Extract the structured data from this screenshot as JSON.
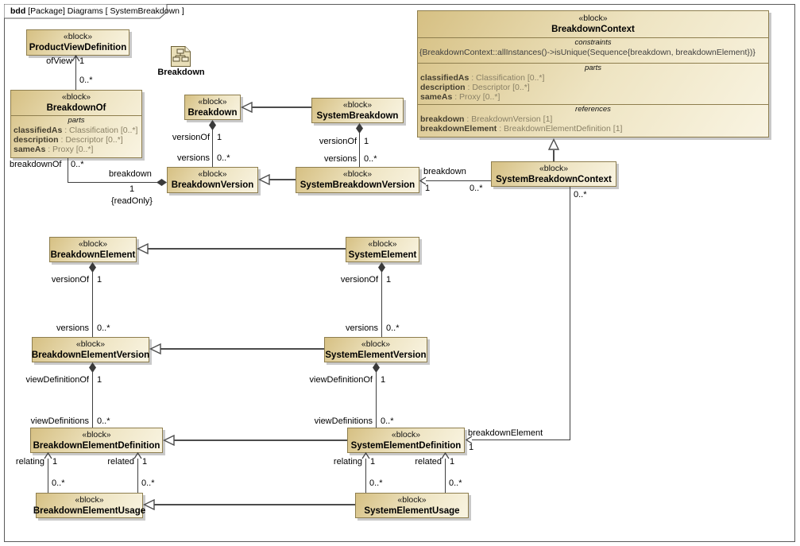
{
  "frame": {
    "keyword": "bdd",
    "title": "[Package] Diagrams [ SystemBreakdown ]"
  },
  "terms": {
    "stereotype": "«block»",
    "parts": "parts",
    "constraints": "constraints",
    "references": "references",
    "versionOf": "versionOf",
    "versions": "versions",
    "viewDefinitionOf": "viewDefinitionOf",
    "viewDefinitions": "viewDefinitions",
    "relating": "relating",
    "related": "related",
    "ofView": "ofView",
    "breakdown": "breakdown",
    "breakdownOf": "breakdownOf",
    "breakdownElement": "breakdownElement",
    "one": "1",
    "many": "0..*",
    "readOnly": "{readOnly}"
  },
  "diagram_icon": {
    "label": "Breakdown"
  },
  "blocks": {
    "productViewDefinition": {
      "name": "ProductViewDefinition"
    },
    "breakdownOf": {
      "name": "BreakdownOf",
      "parts": [
        {
          "n": "classifiedAs",
          "t": " : Classification [0..*]"
        },
        {
          "n": "description",
          "t": " : Descriptor [0..*]"
        },
        {
          "n": "sameAs",
          "t": " : Proxy [0..*]"
        }
      ]
    },
    "breakdown": {
      "name": "Breakdown"
    },
    "systemBreakdown": {
      "name": "SystemBreakdown"
    },
    "breakdownVersion": {
      "name": "BreakdownVersion"
    },
    "systemBreakdownVersion": {
      "name": "SystemBreakdownVersion"
    },
    "breakdownContext": {
      "name": "BreakdownContext",
      "constraint": "{BreakdownContext::allInstances()->isUnique(Sequence{breakdown, breakdownElement})}",
      "parts": [
        {
          "n": "classifiedAs",
          "t": " : Classification [0..*]"
        },
        {
          "n": "description",
          "t": " : Descriptor [0..*]"
        },
        {
          "n": "sameAs",
          "t": " : Proxy [0..*]"
        }
      ],
      "references": [
        {
          "n": "breakdown",
          "t": " : BreakdownVersion [1]"
        },
        {
          "n": "breakdownElement",
          "t": " : BreakdownElementDefinition [1]"
        }
      ]
    },
    "systemBreakdownContext": {
      "name": "SystemBreakdownContext"
    },
    "breakdownElement": {
      "name": "BreakdownElement"
    },
    "systemElement": {
      "name": "SystemElement"
    },
    "breakdownElementVersion": {
      "name": "BreakdownElementVersion"
    },
    "systemElementVersion": {
      "name": "SystemElementVersion"
    },
    "breakdownElementDefinition": {
      "name": "BreakdownElementDefinition"
    },
    "systemElementDefinition": {
      "name": "SystemElementDefinition"
    },
    "breakdownElementUsage": {
      "name": "BreakdownElementUsage"
    },
    "systemElementUsage": {
      "name": "SystemElementUsage"
    }
  },
  "palette": {
    "block_fill_dark": "#d6c083",
    "block_fill_light": "#f9f4e2",
    "block_border": "#8e7e4e",
    "line_color": "#3f3f3f",
    "shadow": "#c9c9c9"
  }
}
